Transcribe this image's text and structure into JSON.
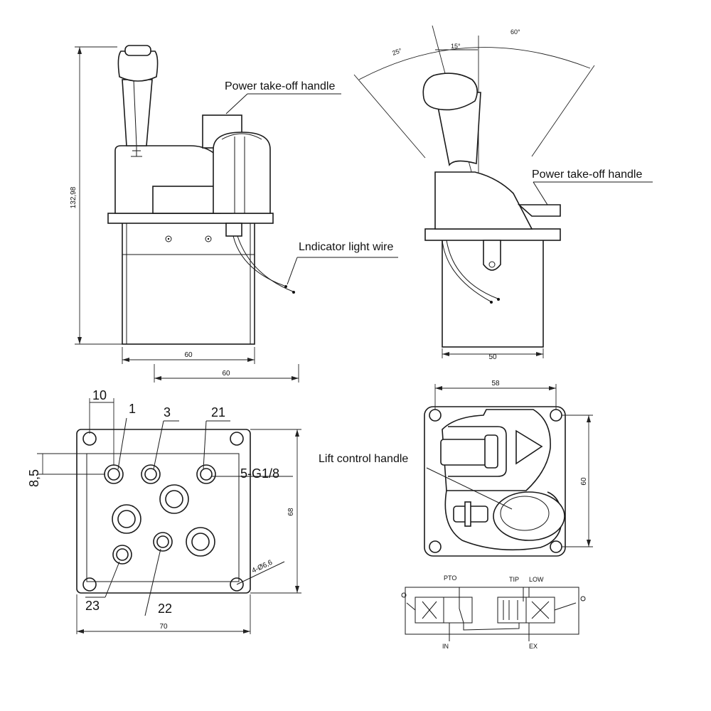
{
  "labels": {
    "pto_handle_front": "Power take-off handle",
    "pto_handle_side": "Power take-off handle",
    "indicator_wire": "Lndicator light wire",
    "lift_control": "Lift control handle"
  },
  "dimensions": {
    "height_total": "132,98",
    "front_width_inner": "60",
    "front_width_outer": "60",
    "side_width": "50",
    "angle_25": "25°",
    "angle_15": "15°",
    "angle_60": "60°",
    "port_offset_x": "10",
    "port_offset_y": "8,5",
    "thread": "5-G1/8",
    "base_height": "68",
    "base_width": "70",
    "mount_holes": "4-Ø6,6",
    "top_width": "58",
    "top_height": "60"
  },
  "ports": {
    "p1": "1",
    "p3": "3",
    "p21": "21",
    "p23": "23",
    "p22": "22"
  },
  "schematic": {
    "pto": "PTO",
    "tip": "TIP",
    "low": "LOW",
    "in": "IN",
    "ex": "EX"
  }
}
